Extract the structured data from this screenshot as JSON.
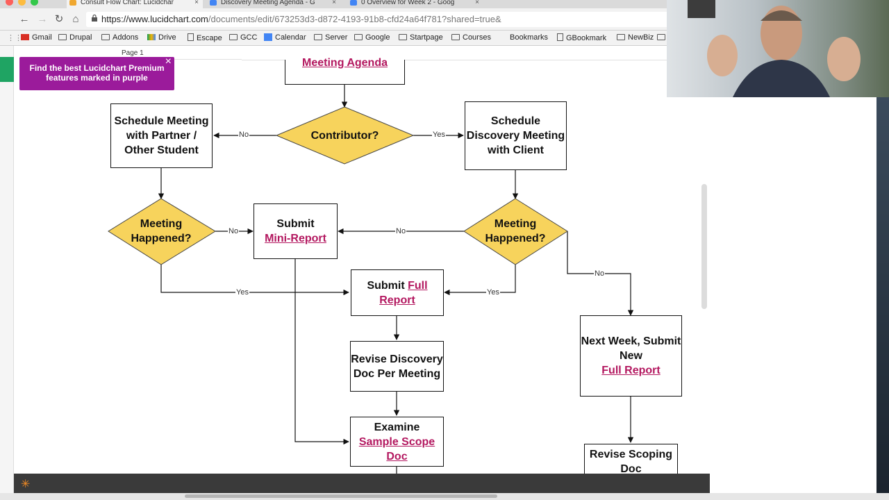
{
  "browser": {
    "tabs": [
      {
        "title": "Consult Flow Chart: Lucidchar",
        "favicon_color": "#f0a830"
      },
      {
        "title": "Discovery Meeting Agenda - G",
        "favicon_color": "#4285f4"
      },
      {
        "title": "0 Overview for Week 2 - Goog",
        "favicon_color": "#4285f4"
      }
    ],
    "url_host": "https://www.lucidchart.com",
    "url_path": "/documents/edit/673253d3-d872-4193-91b8-cfd24a64f781?shared=true&",
    "bookmarks": [
      "Gmail",
      "Drupal",
      "Addons",
      "Drive",
      "Escape",
      "GCC",
      "Calendar",
      "Server",
      "Google",
      "Startpage",
      "Courses",
      "Bookmarks",
      "GBookmark",
      "NewBiz"
    ]
  },
  "app": {
    "page_tab": "Page 1",
    "promo_text": "Find the best Lucidchart Premium features marked in purple",
    "promo_close": "×"
  },
  "flow": {
    "agenda": "Meeting Agenda",
    "contributor": "Contributor?",
    "schedule_partner": "Schedule Meeting with Partner / Other Student",
    "schedule_discovery": "Schedule Discovery Meeting with Client",
    "meeting_happened_left": "Meeting Happened?",
    "meeting_happened_right": "Meeting Happened?",
    "submit_mini_prefix": "Submit",
    "submit_mini_link": "Mini-Report",
    "submit_full_prefix": "Submit",
    "submit_full_link": "Full Report",
    "revise_discovery": "Revise Discovery Doc Per Meeting",
    "examine_prefix": "Examine",
    "examine_link": "Sample Scope Doc",
    "next_week_prefix": "Next Week, Submit New",
    "next_week_link": "Full Report",
    "revise_scoping": "Revise Scoping Doc",
    "labels": {
      "no": "No",
      "yes": "Yes"
    }
  },
  "colors": {
    "diamond_fill": "#f7d35c",
    "link": "#b3175f",
    "promo": "#9b1b9b"
  }
}
